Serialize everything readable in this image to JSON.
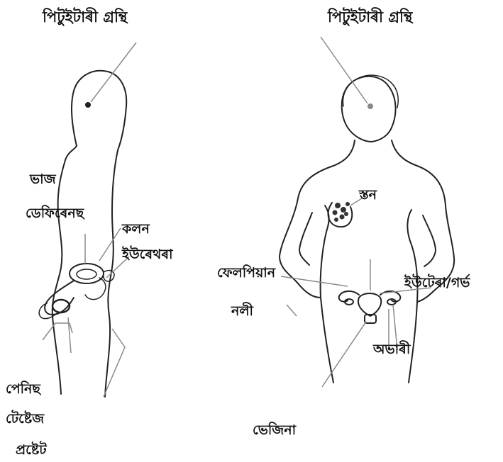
{
  "male": {
    "pituitary": "পিটুইটাৰী গ্ৰন্থি",
    "vas_deferens_1": "ভাজ",
    "vas_deferens_2": "ডেফিৰেনছ",
    "colon": "কলন",
    "urethra": "ইউৰেথৰা",
    "penis": "পেনিছ",
    "testes": "টেষ্টেজ",
    "prostate": "প্ৰষ্টেট"
  },
  "female": {
    "pituitary": "পিটুইটাৰী গ্ৰন্থি",
    "breast": "স্তন",
    "fallopian_1": "ফেলপিয়ান",
    "fallopian_2": "নলী",
    "uterus": "ইউটেৰা/গৰ্ভ",
    "ovary": "অভাৰী",
    "vagina": "ভেজিনা"
  },
  "colors": {
    "ink": "#111111",
    "leader": "#8a8a8a",
    "dot": "#222222"
  }
}
